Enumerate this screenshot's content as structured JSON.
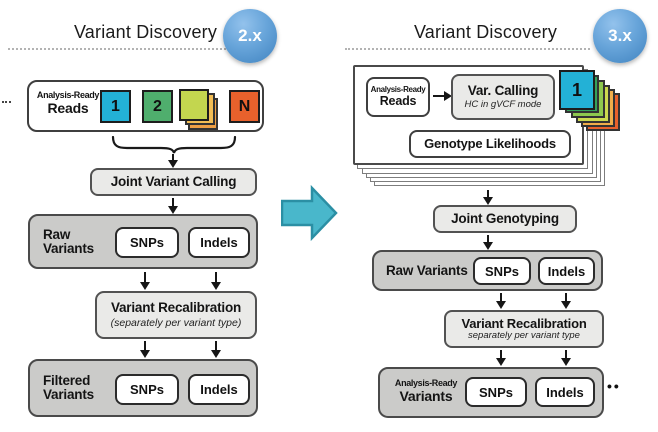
{
  "diagram": {
    "left": {
      "title": "Variant Discovery",
      "version": "2.x",
      "reads_box": {
        "label_top": "Analysis-Ready",
        "label_bottom": "Reads",
        "sample_1": "1",
        "sample_2": "2",
        "sample_n": "N"
      },
      "joint_calling": "Joint Variant Calling",
      "raw_variants": {
        "label_top": "Raw",
        "label_bottom": "Variants",
        "snps": "SNPs",
        "indels": "Indels"
      },
      "recalibration": {
        "title": "Variant Recalibration",
        "subtitle": "(separately per variant type)"
      },
      "filtered_variants": {
        "label_top": "Filtered",
        "label_bottom": "Variants",
        "snps": "SNPs",
        "indels": "Indels"
      }
    },
    "right": {
      "title": "Variant Discovery",
      "version": "3.x",
      "per_sample_card": {
        "reads_label_top": "Analysis-Ready",
        "reads_label_bottom": "Reads",
        "var_calling_title": "Var. Calling",
        "var_calling_subtitle": "HC in gVCF mode",
        "genotype_likelihoods": "Genotype Likelihoods",
        "sample_badge": "1"
      },
      "joint_genotyping": "Joint Genotyping",
      "raw_variants": {
        "label": "Raw Variants",
        "snps": "SNPs",
        "indels": "Indels"
      },
      "recalibration": {
        "title": "Variant Recalibration",
        "subtitle": "separately per variant type"
      },
      "analysis_ready_variants": {
        "label_top": "Analysis-Ready",
        "label_bottom": "Variants",
        "snps": "SNPs",
        "indels": "Indels"
      },
      "more_indicator": "••"
    },
    "colors": {
      "version_badge_blue": "#5b9bd5",
      "transition_arrow_teal": "#49b7cb",
      "sample_cyan": "#23b1d6",
      "sample_green": "#4fae6d",
      "sample_yellow_green": "#c3d64f",
      "sample_orange": "#f2a94c",
      "sample_red_orange": "#e8612c",
      "dark_gray_box": "#cbcbc9",
      "light_gray_box": "#eaeae8"
    }
  }
}
